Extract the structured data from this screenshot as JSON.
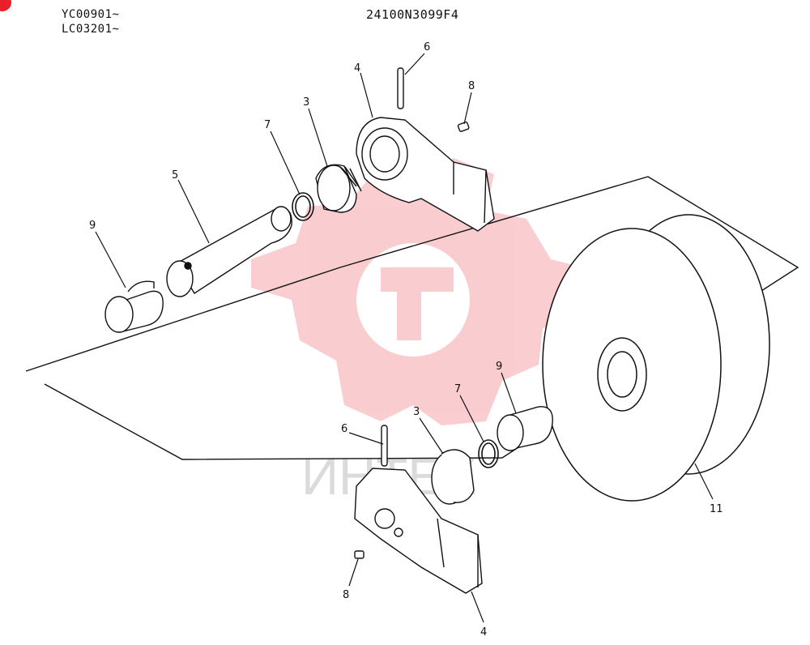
{
  "header": {
    "serial_line_1": "YC00901~",
    "serial_line_2": "LC03201~",
    "part_number": "24100N3099F4"
  },
  "watermark": {
    "text": "ИНТЕХ",
    "color": "#e8202a"
  },
  "callouts": [
    {
      "id": "c6-top",
      "label": "6"
    },
    {
      "id": "c4-top",
      "label": "4"
    },
    {
      "id": "c8-top",
      "label": "8"
    },
    {
      "id": "c7-top",
      "label": "7"
    },
    {
      "id": "c3-top",
      "label": "3"
    },
    {
      "id": "c5",
      "label": "5"
    },
    {
      "id": "c9-left",
      "label": "9"
    },
    {
      "id": "c9-right",
      "label": "9"
    },
    {
      "id": "c7-bot",
      "label": "7"
    },
    {
      "id": "c3-bot",
      "label": "3"
    },
    {
      "id": "c6-bot",
      "label": "6"
    },
    {
      "id": "c11",
      "label": "11"
    },
    {
      "id": "c8-bot",
      "label": "8"
    },
    {
      "id": "c4-bot",
      "label": "4"
    }
  ]
}
